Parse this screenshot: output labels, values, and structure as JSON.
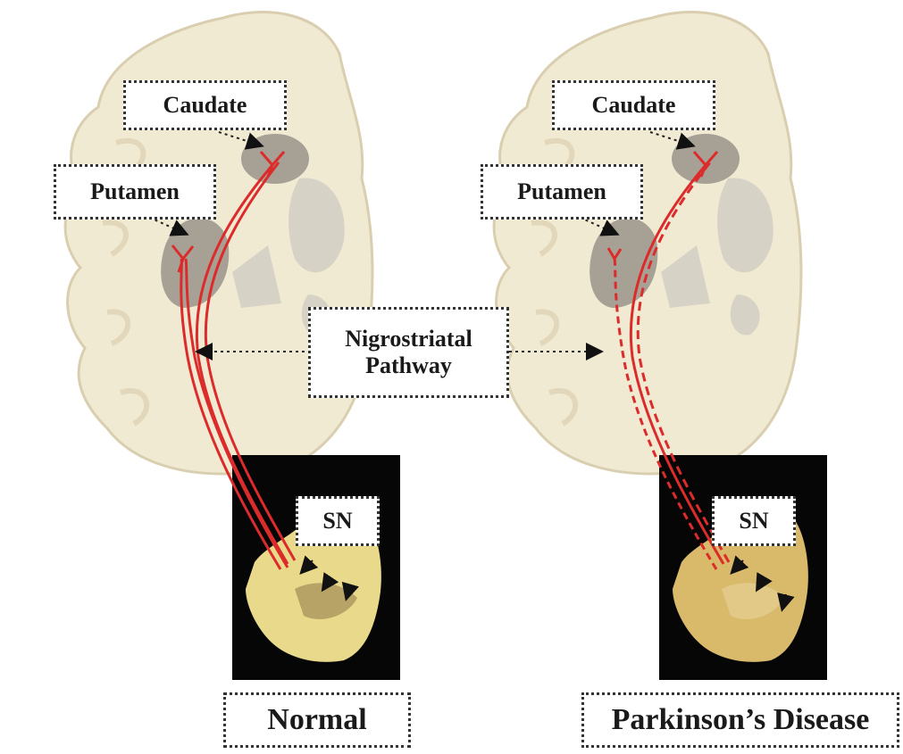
{
  "labels": {
    "caudate": "Caudate",
    "putamen": "Putamen",
    "pathway": "Nigrostriatal Pathway",
    "sn": "SN",
    "normal": "Normal",
    "parkinsons": "Parkinson’s Disease"
  },
  "colors": {
    "brain": "#f1ead2",
    "brain_outline": "#d9ceaf",
    "nuclei": "#9a948b",
    "ventricle": "#d7d2c6",
    "fiber": "#dc2b2b",
    "midbrain_bg": "#060606",
    "midbrain_normal": "#e9d98a",
    "midbrain_pd": "#d9b96a"
  }
}
